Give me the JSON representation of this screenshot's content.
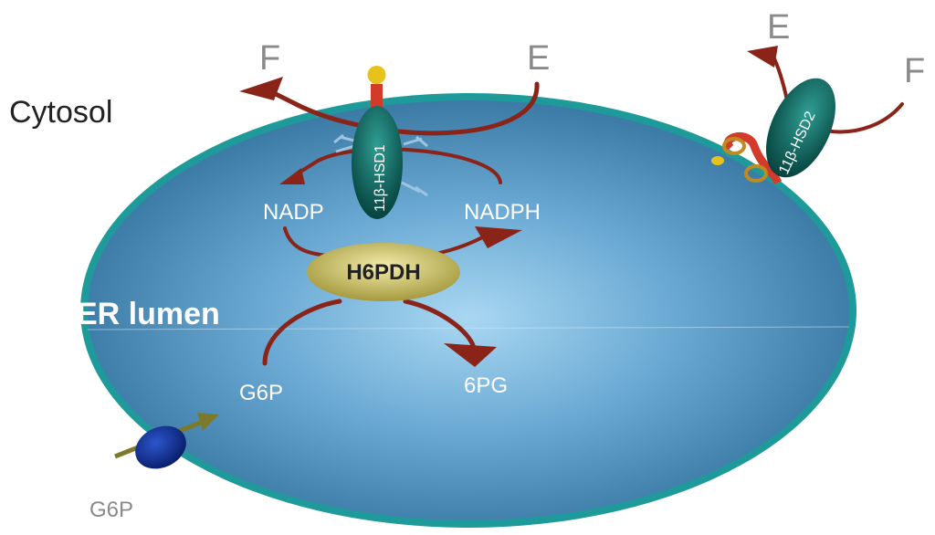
{
  "labels": {
    "cytosol": "Cytosol",
    "er_lumen": "ER lumen",
    "f_left": "F",
    "e_left": "E",
    "e_right": "E",
    "f_right": "F",
    "nadp": "NADP",
    "nadph": "NADPH",
    "h6pdh": "H6PDH",
    "g6p_lumen": "G6P",
    "pg6": "6PG",
    "g6p_outside": "G6P",
    "hsd1": "11β-HSD1",
    "hsd2": "11β-HSD2"
  },
  "colors": {
    "membrane": "#1f9a9a",
    "lumen_light": "#8cc8ea",
    "lumen_dark": "#2e6f9a",
    "arrow": "#8b2418",
    "enzyme_teal": "#0f6d66",
    "h6pdh": "#d8cf73",
    "transporter": "#17399e",
    "anchor_red": "#d23a2a",
    "anchor_yellow": "#e6c21a"
  }
}
